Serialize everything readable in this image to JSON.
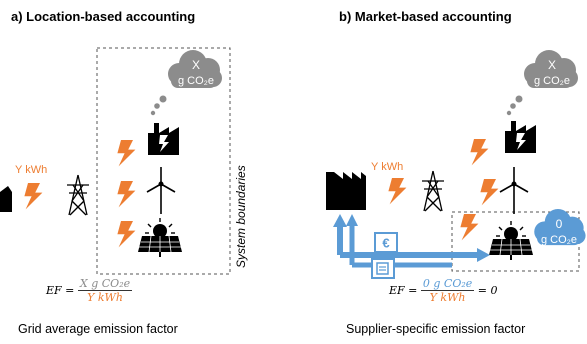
{
  "panel_a": {
    "title": "a) Location-based accounting",
    "cloud_line1": "X",
    "cloud_line2": "g CO₂e",
    "energy_label": "Y kWh",
    "boundary_label": "System boundaries",
    "formula": {
      "lhs": "EF =",
      "numerator": "X g CO₂e",
      "denominator": "Y kWh"
    },
    "caption": "Grid average emission factor"
  },
  "panel_b": {
    "title": "b) Market-based accounting",
    "cloud_line1": "X",
    "cloud_line2": "g CO₂e",
    "green_cloud_line1": "0",
    "green_cloud_line2": "g CO₂e",
    "energy_label": "Y kWh",
    "formula": {
      "lhs": "EF =",
      "numerator": "0 g CO₂e",
      "denominator": "Y kWh",
      "rhs": "= 0"
    },
    "caption": "Supplier-specific emission factor"
  },
  "colors": {
    "arrow": "#ed7d31",
    "flow": "#5b9bd5",
    "cloud_grey": "#8c8c8c"
  }
}
